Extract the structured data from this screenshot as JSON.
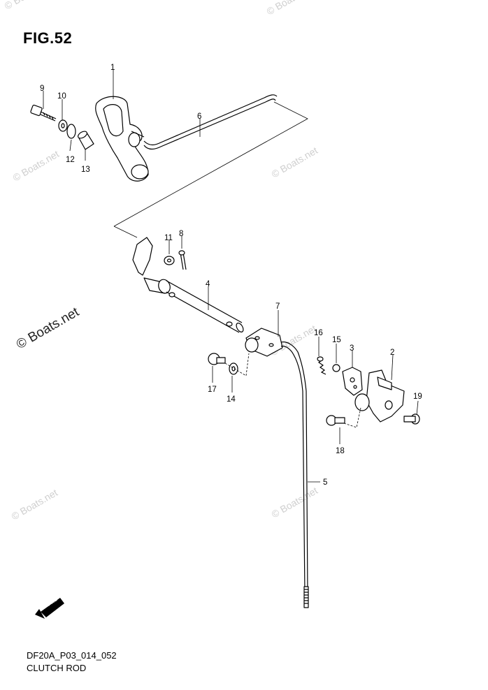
{
  "figure": {
    "title": "FIG.52",
    "code": "DF20A_P03_014_052",
    "name": "CLUTCH ROD"
  },
  "watermarks": {
    "main": "© Boats.net",
    "repeat": "© Boats.net"
  },
  "fwd_badge": "FWD",
  "parts": [
    {
      "id": "1"
    },
    {
      "id": "2"
    },
    {
      "id": "3"
    },
    {
      "id": "4"
    },
    {
      "id": "5"
    },
    {
      "id": "6"
    },
    {
      "id": "7"
    },
    {
      "id": "8"
    },
    {
      "id": "9"
    },
    {
      "id": "10"
    },
    {
      "id": "11"
    },
    {
      "id": "12"
    },
    {
      "id": "13"
    },
    {
      "id": "14"
    },
    {
      "id": "15"
    },
    {
      "id": "16"
    },
    {
      "id": "17"
    },
    {
      "id": "18"
    },
    {
      "id": "19"
    }
  ]
}
